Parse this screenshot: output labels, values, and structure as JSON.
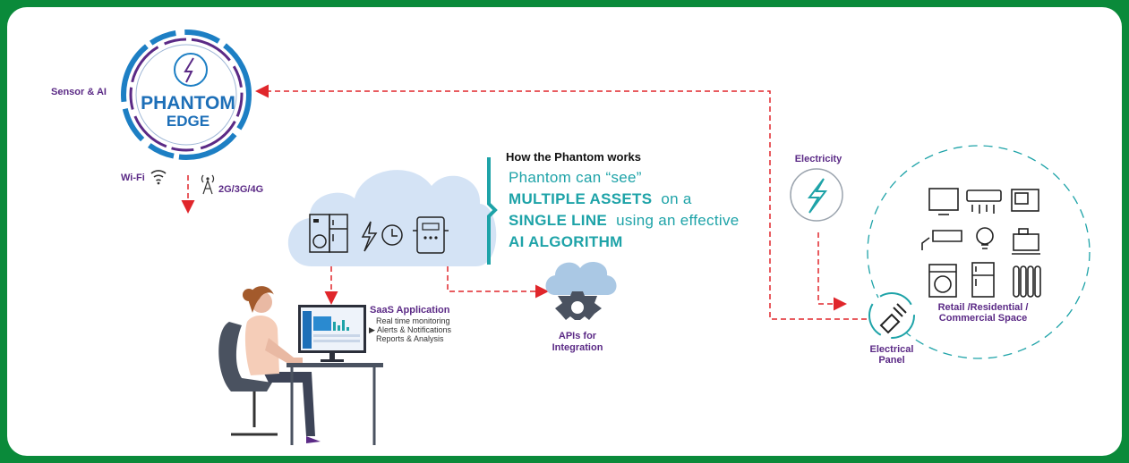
{
  "logo": {
    "line1": "PHANTOM",
    "line2": "EDGE"
  },
  "labels": {
    "sensor_ai": "Sensor & AI",
    "wifi": "Wi-Fi",
    "cellular": "2G/3G/4G",
    "electricity": "Electricity",
    "electrical_panel_1": "Electrical",
    "electrical_panel_2": "Panel",
    "space_1": "Retail /Residential /",
    "space_2": "Commercial Space",
    "apis_1": "APIs for",
    "apis_2": "Integration",
    "saas_title": "SaaS Application",
    "saas_items": [
      "Real time monitoring",
      "Alerts & Notifications",
      "Reports & Analysis"
    ],
    "saas_bullet": "▶"
  },
  "how": {
    "title": "How the Phantom works",
    "line1": "Phantom can “see”",
    "line2_bold": "MULTIPLE ASSETS",
    "line2_rest": "on a",
    "line3_bold": "SINGLE LINE",
    "line3_rest": "using an effective",
    "line4_bold": "AI ALGORITHM"
  },
  "colors": {
    "frame": "#0a8a3a",
    "purple": "#5b2a86",
    "teal": "#1ea3a8",
    "arrow_red": "#e0262b",
    "cloud": "#d4e3f5"
  }
}
